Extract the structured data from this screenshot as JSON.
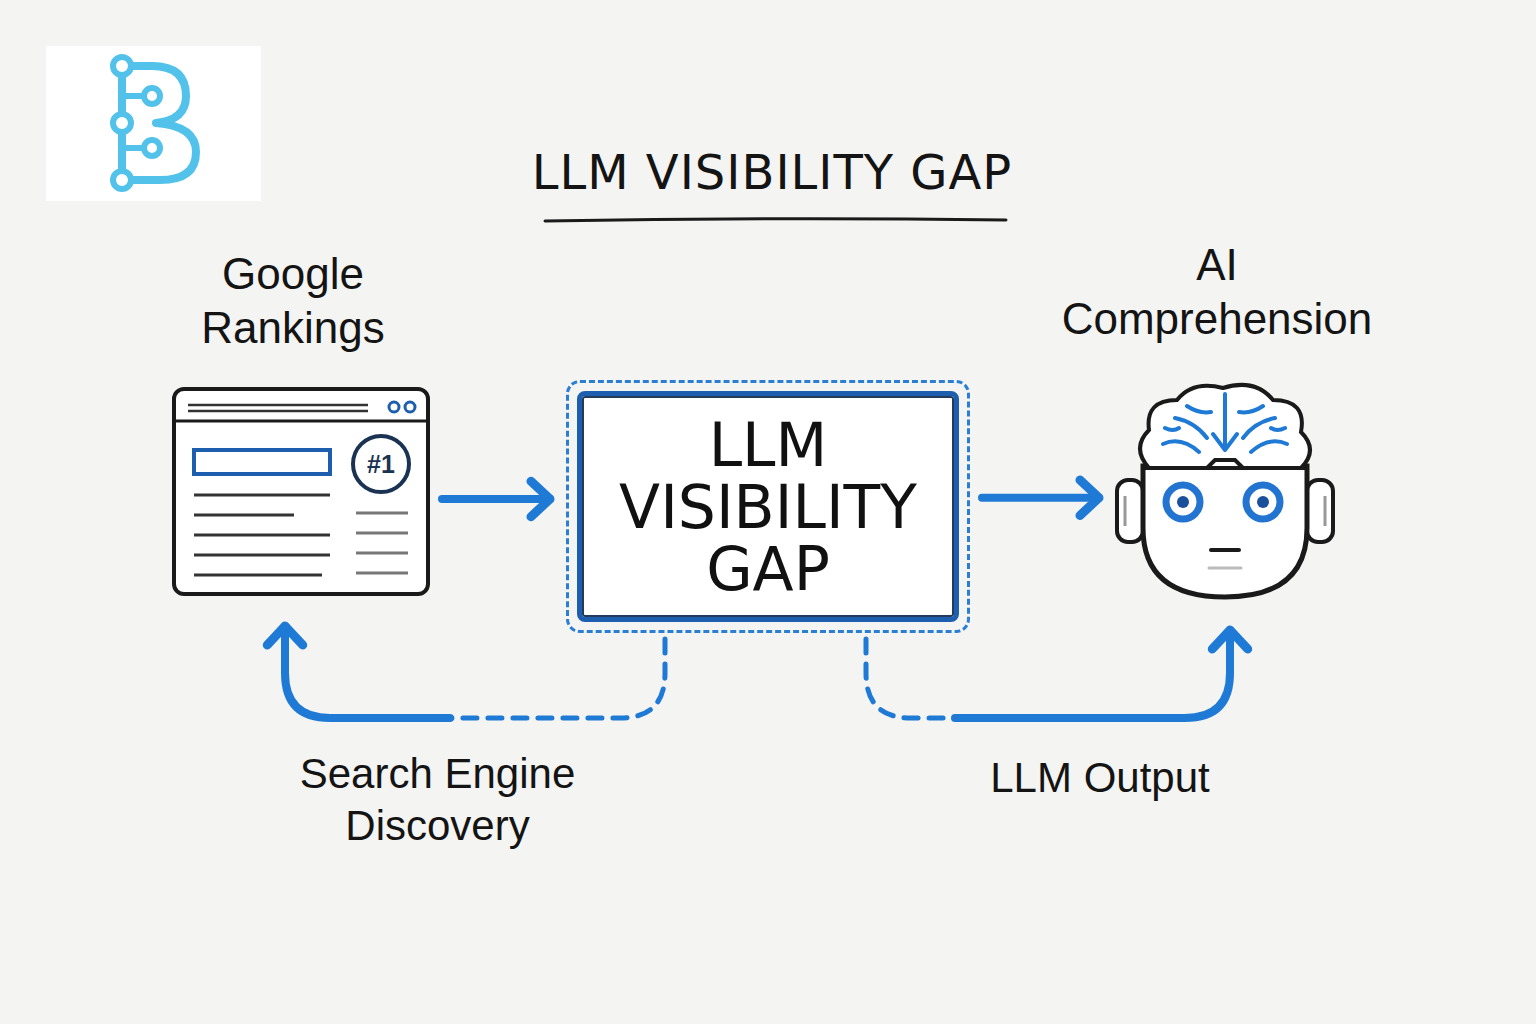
{
  "diagram": {
    "title": "LLM VISIBILITY GAP",
    "nodes": [
      {
        "text": [
          "Google Rankings",
          "#1"
        ]
      },
      {
        "text": [
          "LLM VISIBILITY GAP"
        ]
      },
      {
        "text": [
          "AI Comprehension"
        ]
      }
    ],
    "edges": [
      {
        "from": 0,
        "to": 1,
        "arrow": "to"
      },
      {
        "from": 1,
        "to": 2,
        "arrow": "to"
      },
      {
        "from": 1,
        "to": 0,
        "label": "Search Engine Discovery",
        "arrow": "to"
      },
      {
        "from": 1,
        "to": 2,
        "label": "LLM Output",
        "arrow": "to"
      }
    ]
  }
}
